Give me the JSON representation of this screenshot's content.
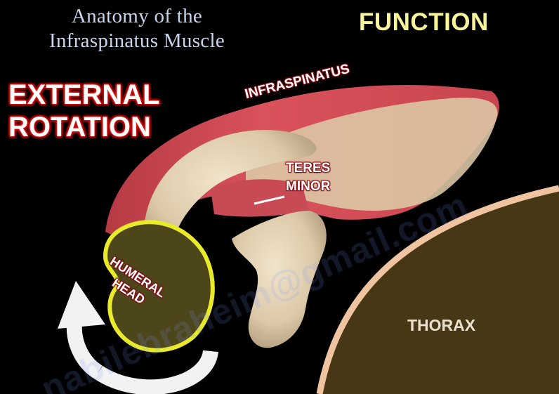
{
  "title": {
    "line1": "Anatomy of the",
    "line2": "Infraspinatus Muscle"
  },
  "section_heading": "FUNCTION",
  "action": {
    "line1": "EXTERNAL",
    "line2": "ROTATION"
  },
  "labels": {
    "infraspinatus": "INFRASPINATUS",
    "teres_line1": "TERES",
    "teres_line2": "MINOR",
    "humeral_line1": "HUMERAL",
    "humeral_line2": "HEAD",
    "thorax": "THORAX"
  },
  "watermark": "nabilebraheim@gmail.com",
  "colors": {
    "background": "#000000",
    "title": "#c9d4ea",
    "section_heading": "#fbf59a",
    "action_glow": "#e81616",
    "muscle": "#d4505a",
    "bone": "#e6d6b9",
    "thorax_fill": "#463715",
    "thorax_rim": "#f0c4a0",
    "humeral_head_fill": "#4e461b",
    "humeral_head_rim": "#e9eb2a",
    "arrow": "#f2f2f2"
  },
  "icons": {
    "rotation_arrow": "curved-rotation-arrow-icon"
  }
}
